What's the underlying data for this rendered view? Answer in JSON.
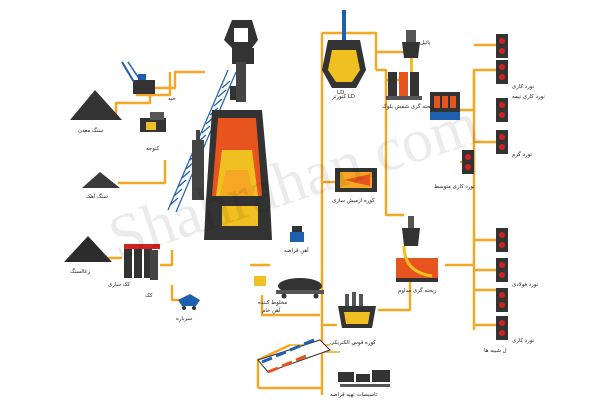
{
  "labels": {
    "iron_ore": "سنگ معدن",
    "coke": "کنوجه",
    "lime": "حیه",
    "limestone": "سنگ آهک",
    "coal": "زغالسنگ",
    "coke_oven": "کک سازی",
    "coke_small": "کک",
    "slag_cart": "سرباره",
    "pig_iron": "آهن خام",
    "mixer": "مخلوط کننده",
    "pig_casting": "آهن قراضه",
    "converter": "کنورتر LD",
    "ld": "LD",
    "ingot_mold": "پاتیل",
    "ingot_casting": "ریخته گری شمش بلوک",
    "reheating_furnace": "کوره ازمیش سازی",
    "electric_arc_furnace": "کوره قوس الکتریکی",
    "continuous_casting": "ریخته گری مداوم",
    "scrap_processing": "تاسیسات تهیه قراضه",
    "rolling_mill": "نورد کاری متوسط",
    "hot_rolling": "نورد گرم",
    "hot_rolling_mill": "نورد کاری نیمه",
    "rolling_mill_2": "نورد کاری",
    "cold_rolling": "نورد فولادی",
    "products": "نورد کاری",
    "sheets": "ل شبیه ها"
  },
  "watermark": "Shahrahan.com",
  "colors": {
    "conveyor": "#F5A623",
    "hot_metal": "#E8541E",
    "dark": "#333333",
    "molten": "#F0C020",
    "blue": "#1F5FAF",
    "red": "#D62020"
  }
}
